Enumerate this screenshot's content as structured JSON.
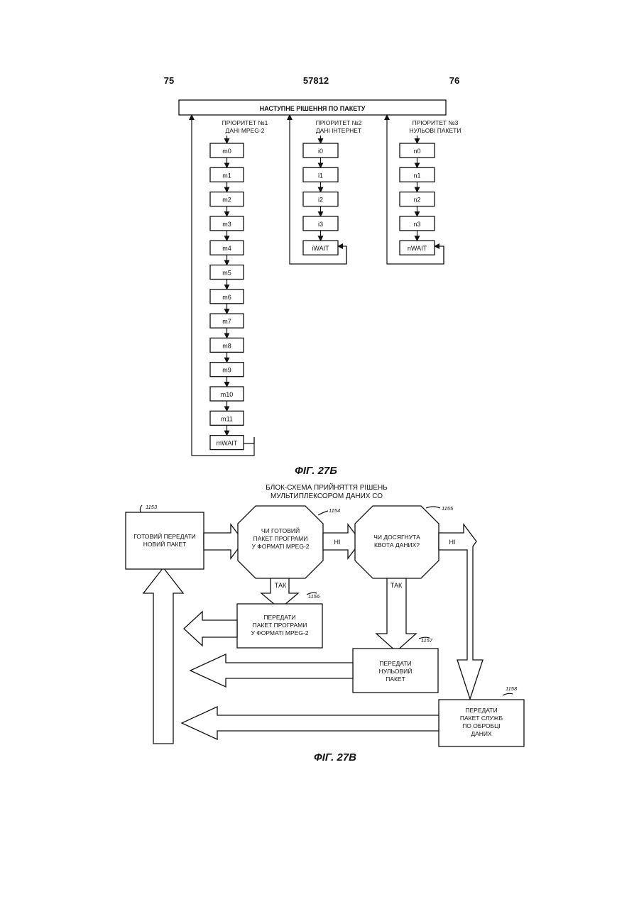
{
  "header": {
    "left_page": "75",
    "patent_no": "57812",
    "right_page": "76"
  },
  "fig27b": {
    "title": "НАСТУПНЕ РІШЕННЯ ПО ПАКЕТУ",
    "queues": [
      {
        "label1": "ПРІОРИТЕТ №1",
        "label2": "ДАНІ MPEG-2",
        "items": [
          "m0",
          "m1",
          "m2",
          "m3",
          "m4",
          "m5",
          "m6",
          "m7",
          "m8",
          "m9",
          "m10",
          "m11",
          "mWAIT"
        ]
      },
      {
        "label1": "ПРІОРИТЕТ №2",
        "label2": "ДАНІ ІНТЕРНЕТ",
        "items": [
          "i0",
          "i1",
          "i2",
          "i3",
          "iWAIT"
        ]
      },
      {
        "label1": "ПРІОРИТЕТ №3",
        "label2": "НУЛЬОВІ ПАКЕТИ",
        "items": [
          "n0",
          "n1",
          "n2",
          "n3",
          "nWAIT"
        ]
      }
    ],
    "caption": "ФІГ. 27Б"
  },
  "fig27v": {
    "title1": "БЛОК-СХЕМА ПРИЙНЯТТЯ РІШЕНЬ",
    "title2": "МУЛЬТИПЛЕКСОРОМ ДАНИХ СО",
    "box1153": {
      "ref": "1153",
      "line1": "ГОТОВИЙ ПЕРЕДАТИ",
      "line2": "НОВИЙ ПАКЕТ"
    },
    "oct1154": {
      "ref": "1154",
      "line1": "ЧИ ГОТОВИЙ",
      "line2": "ПАКЕТ ПРОГРАМИ",
      "line3": "У ФОРМАТІ MPEG-2"
    },
    "oct1155": {
      "ref": "1155",
      "line1": "ЧИ ДОСЯГНУТА",
      "line2": "КВОТА ДАНИХ?"
    },
    "no1": "НІ",
    "no2": "НІ",
    "yes1": "ТАК",
    "yes2": "ТАК",
    "box1156": {
      "ref": "1156",
      "line1": "ПЕРЕДАТИ",
      "line2": "ПАКЕТ ПРОГРАМИ",
      "line3": "У ФОРМАТІ MPEG-2"
    },
    "box1157": {
      "ref": "1157",
      "line1": "ПЕРЕДАТИ",
      "line2": "НУЛЬОВИЙ",
      "line3": "ПАКЕТ"
    },
    "box1158": {
      "ref": "1158",
      "line1": "ПЕРЕДАТИ",
      "line2": "ПАКЕТ СЛУЖБ",
      "line3": "ПО ОБРОБЦІ",
      "line4": "ДАНИХ"
    },
    "caption": "ФІГ. 27В"
  }
}
